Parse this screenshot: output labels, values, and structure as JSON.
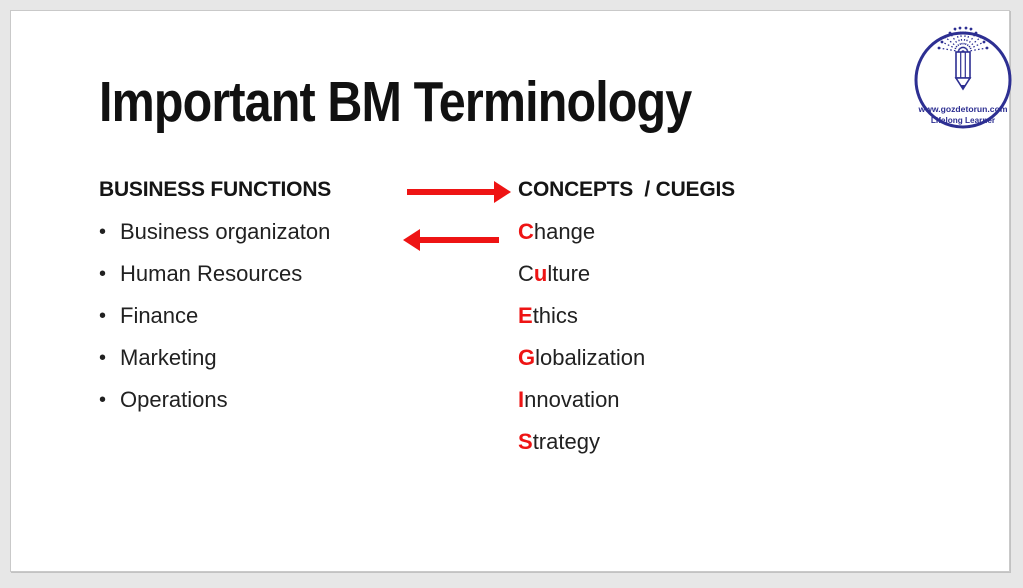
{
  "slide": {
    "title": "Important BM Terminology",
    "colors": {
      "accent_red": "#ee1414",
      "logo_navy": "#2d2f92",
      "text": "#212121",
      "slide_background": "#ffffff",
      "frame_background": "#e7e7e7"
    },
    "left_column": {
      "header": "BUSINESS FUNCTIONS",
      "bullet_char": "•",
      "items": [
        "Business organizaton",
        "Human Resources",
        "Finance",
        "Marketing",
        "Operations"
      ]
    },
    "right_column": {
      "header": "CONCEPTS  / CUEGIS",
      "items": [
        {
          "pre": "",
          "red": "C",
          "post": "hange"
        },
        {
          "pre": "C",
          "red": "u",
          "post": "lture"
        },
        {
          "pre": "",
          "red": "E",
          "post": "thics"
        },
        {
          "pre": "",
          "red": "G",
          "post": "lobalization"
        },
        {
          "pre": "",
          "red": "I",
          "post": "nnovation"
        },
        {
          "pre": "",
          "red": "S",
          "post": "trategy"
        }
      ]
    },
    "arrows": {
      "top_icon": "arrow-right",
      "bottom_icon": "arrow-left"
    },
    "logo": {
      "line1": "www.gozdetorun.com",
      "line2": "Lifelong Learner"
    }
  }
}
